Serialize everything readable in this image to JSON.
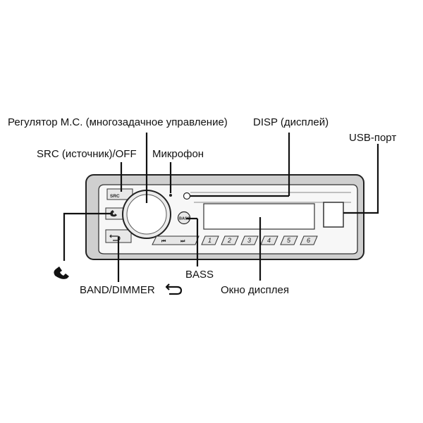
{
  "labels": {
    "mc_controller": "Регулятор М.С. (многозадачное управление)",
    "disp": "DISP (дисплей)",
    "usb_port": "USB-порт",
    "src_off": "SRC (источник)/OFF",
    "microphone": "Микрофон",
    "bass": "BASS",
    "band_dimmer": "BAND/DIMMER",
    "display_window": "Окно дисплея"
  },
  "device": {
    "src_button": "SRC",
    "bass_button": "BASS",
    "presets": [
      "1",
      "2",
      "3",
      "4",
      "5",
      "6"
    ]
  },
  "icons": {
    "phone": "phone-handset-icon",
    "return": "return-arrow-icon"
  }
}
